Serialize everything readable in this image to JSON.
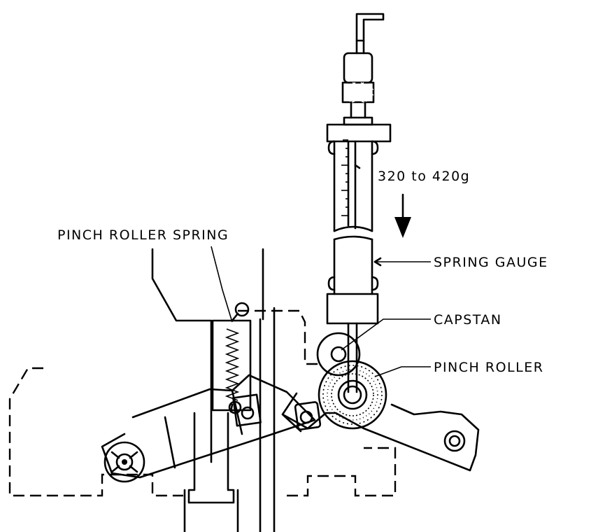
{
  "labels": {
    "force": "320 to 420g",
    "pinch_roller_spring": "PINCH ROLLER SPRING",
    "spring_gauge": "SPRING GAUGE",
    "capstan": "CAPSTAN",
    "pinch_roller": "PINCH ROLLER"
  }
}
